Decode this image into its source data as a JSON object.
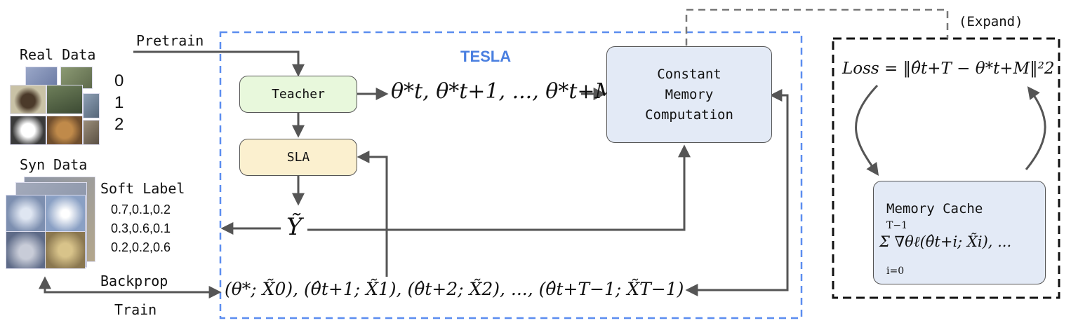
{
  "tesla_label": "TESLA",
  "expand_label": "(Expand)",
  "pretrain_label": "Pretrain",
  "real_data": {
    "title": "Real Data",
    "classes": [
      "0",
      "1",
      "2"
    ]
  },
  "syn_data": {
    "title": "Syn Data",
    "soft_label_title": "Soft Label",
    "soft_labels": [
      "0.7,0.1,0.2",
      "0.3,0.6,0.1",
      "0.2,0.2,0.6"
    ]
  },
  "teacher_label": "Teacher",
  "sla_label": "SLA",
  "theta_sequence": "θ*t, θ*t+1, ..., θ*t+M",
  "constant_memory": [
    "Constant",
    "Memory",
    "Computation"
  ],
  "y_tilde": "Ỹ",
  "backprop_label": "Backprop",
  "train_label": "Train",
  "bottom_sequence": "(θ*; X̃0), (θ̂t+1; X̃1), (θ̂t+2; X̃2), ..., (θ̂t+T−1; X̃T−1)",
  "loss_formula": "Loss = ‖θ̂t+T − θ*t+M‖²2",
  "memory_cache": {
    "title": "Memory Cache",
    "formula": "Σ ∇θℓ(θ̂t+i; X̃i), ...",
    "sum_upper": "T−1",
    "sum_lower": "i=0"
  },
  "colors": {
    "tesla_border": "#5b8def",
    "tesla_text": "#4a7fe0",
    "teacher_fill": "#e8f8dc",
    "sla_fill": "#fbf0cf",
    "constant_fill": "#e3eaf6",
    "cache_fill": "#e3eaf6",
    "arrow": "#555555"
  }
}
